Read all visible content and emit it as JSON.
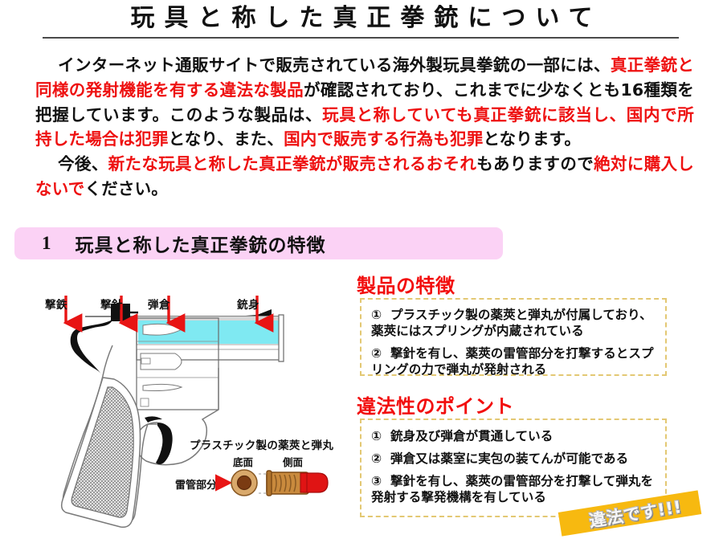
{
  "document": {
    "title": "玩具と称した真正拳銃について"
  },
  "intro": {
    "p1": {
      "seg1": "インターネット通販サイトで販売されている海外製玩具拳銃の一部には、",
      "seg2_red": "真正拳銃と同様の発射機能を有する違法な製品",
      "seg3": "が確認されており、これまでに少なくとも16種類を把握しています。このような製品は、",
      "seg4_red": "玩具と称していても真正拳銃に該当し、国内で所持した場合は犯罪",
      "seg5": "となり、また、",
      "seg6_red": "国内で販売する行為も犯罪",
      "seg7": "となります。"
    },
    "p2": {
      "seg1": "今後、",
      "seg2_red": "新たな玩具と称した真正拳銃が販売されるおそれ",
      "seg3": "もありますので",
      "seg4_red": "絶対に購入しないで",
      "seg5": "ください。"
    }
  },
  "section1": {
    "number": "1",
    "heading": "玩具と称した真正拳銃の特徴",
    "bar_color": "#fbd2f5"
  },
  "diagram": {
    "part_labels": [
      {
        "name": "撃鉄"
      },
      {
        "name": "撃針"
      },
      {
        "name": "弾倉"
      },
      {
        "name": "銃身"
      }
    ],
    "cartridge": {
      "title": "プラスチック製の薬莢と弾丸",
      "view_bottom": "底面",
      "view_side": "側面",
      "primer_label": "雷管部分"
    },
    "bore_color": "#7fe9f2"
  },
  "features": {
    "heading": "製品の特徴",
    "items": [
      {
        "marker": "①",
        "text": "プラスチック製の薬莢と弾丸が付属しており、薬莢にはスプリングが内蔵されている"
      },
      {
        "marker": "②",
        "text": "撃針を有し、薬莢の雷管部分を打撃するとスプリングの力で弾丸が発射される"
      }
    ]
  },
  "illegality": {
    "heading": "違法性のポイント",
    "items": [
      {
        "marker": "①",
        "text": "銃身及び弾倉が貫通している"
      },
      {
        "marker": "②",
        "text": "弾倉又は薬室に実包の装てんが可能である"
      },
      {
        "marker": "③",
        "text": "撃針を有し、薬莢の雷管部分を打撃して弾丸を発射する撃発機構を有している"
      }
    ]
  },
  "stamp": {
    "text": "違法です!!!",
    "color": "#f7b910"
  },
  "colors": {
    "accent_red": "#ee1111",
    "heading_red": "#f20d0d",
    "dashed_border": "#e3c873",
    "pink_bar": "#fbd2f5"
  }
}
